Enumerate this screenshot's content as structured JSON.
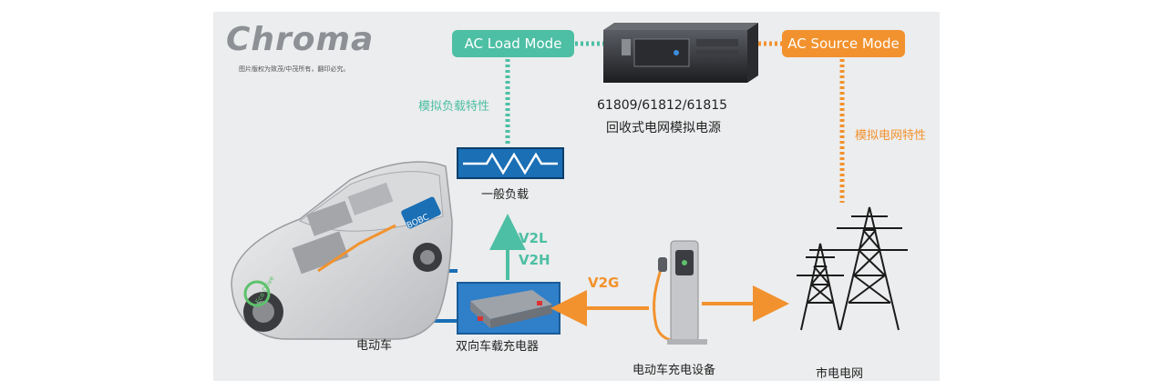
{
  "logo": {
    "text": "Chroma",
    "note": "图片版权为致茂/中茂所有，翻印必究。"
  },
  "modes": {
    "ac_load": "AC Load Mode",
    "ac_source": "AC Source Mode"
  },
  "device": {
    "models": "61809/61812/61815",
    "name": "回收式电网模拟电源"
  },
  "labels": {
    "load_characteristics": "模拟负载特性",
    "grid_characteristics": "模拟电网特性",
    "general_load": "一般负载",
    "v2l": "V2L",
    "v2h": "V2H",
    "v2g": "V2G",
    "ev": "电动车",
    "bidirectional_charger": "双向车载充电器",
    "ev_charging_equipment": "电动车充电设备",
    "utility_grid": "市电电网",
    "bobc": "BOBC",
    "eco_drive": "Eco Drive"
  },
  "colors": {
    "teal": "#4dbfa4",
    "orange": "#f2922e",
    "blue": "#1a6fb5",
    "panel": "#ecedee"
  }
}
